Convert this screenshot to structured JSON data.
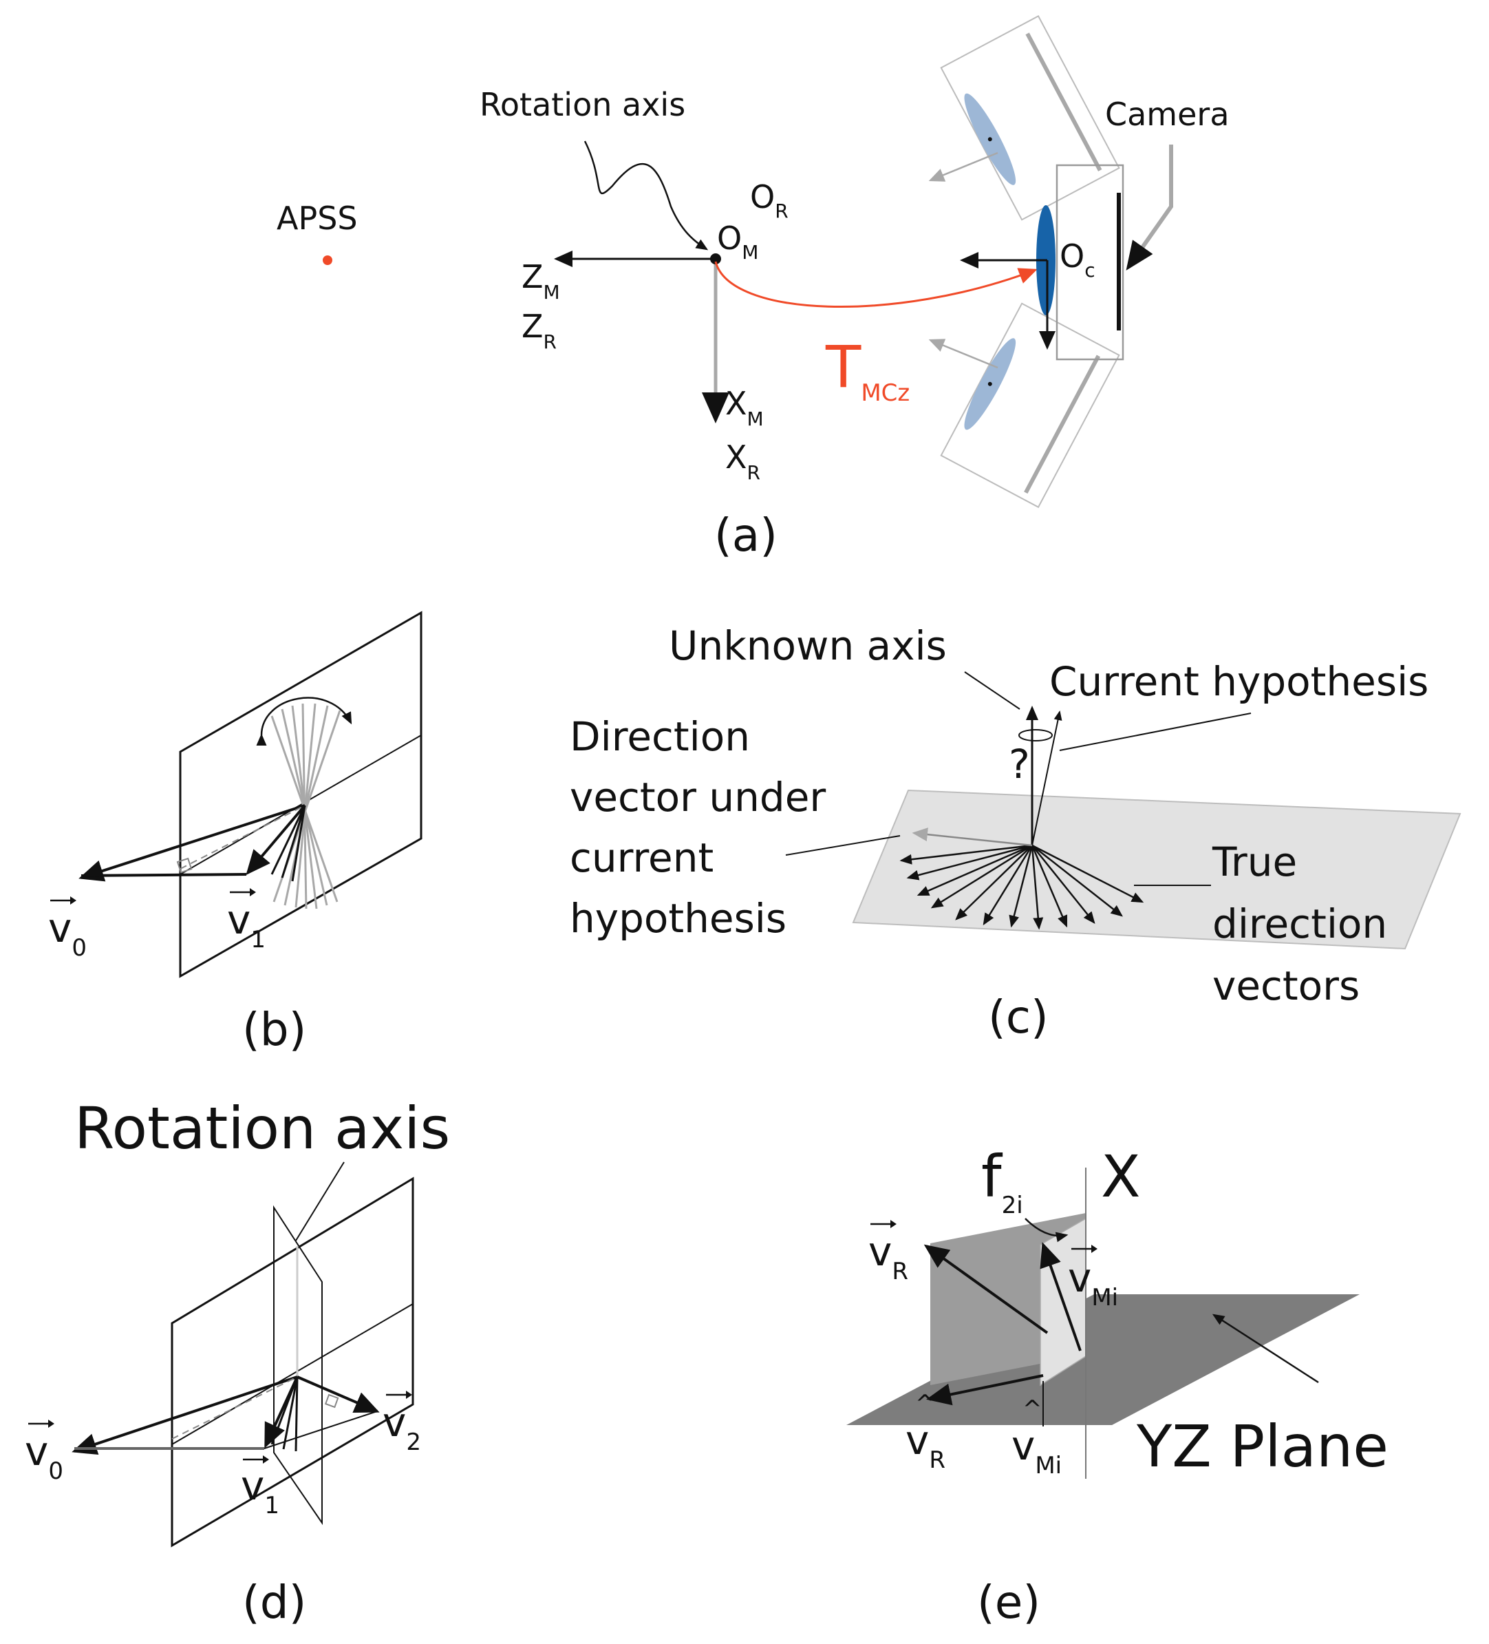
{
  "colors": {
    "accent": "#f04a28",
    "lens_dark": "#1763a8",
    "lens_light": "#9db7d6",
    "plane_light": "#e2e2e2",
    "plane_dark": "#7d7d7d",
    "plane_mid": "#9c9c9c",
    "gray_line": "#a8a8a8"
  },
  "icons": {
    "vector_arrow": "right-arrow-over-symbol"
  },
  "panel_a": {
    "caption": "(a)",
    "apss": "APSS",
    "rotation_axis": "Rotation axis",
    "camera": "Camera",
    "o_r": "O",
    "o_r_sub": "R",
    "o_m": "O",
    "o_m_sub": "M",
    "o_c": "O",
    "o_c_sub": "c",
    "z_m": "Z",
    "z_m_sub": "M",
    "z_r": "Z",
    "z_r_sub": "R",
    "x_m": "X",
    "x_m_sub": "M",
    "x_r": "X",
    "x_r_sub": "R",
    "t_mcz": "T",
    "t_mcz_sub": "MCz"
  },
  "panel_b": {
    "caption": "(b)",
    "v0": "v",
    "v0_sub": "0",
    "v1": "v",
    "v1_sub": "1"
  },
  "panel_c": {
    "caption": "(c)",
    "unknown_axis": "Unknown axis",
    "current_hypothesis": "Current hypothesis",
    "question": "?",
    "direction_lines": [
      "Direction",
      "vector under",
      "current",
      "hypothesis"
    ],
    "true_lines": [
      "True",
      "direction",
      "vectors"
    ]
  },
  "panel_d": {
    "caption": "(d)",
    "rotation_axis": "Rotation axis",
    "v0": "v",
    "v0_sub": "0",
    "v1": "v",
    "v1_sub": "1",
    "v2": "v",
    "v2_sub": "2"
  },
  "panel_e": {
    "caption": "(e)",
    "f2i": "f",
    "f2i_sub": "2i",
    "x": "X",
    "vr": "v",
    "vr_sub": "R",
    "vmi": "v",
    "vmi_sub": "Mi",
    "vr_hat": "v",
    "vr_hat_sub": "R",
    "vmi_hat": "v",
    "vmi_hat_sub": "Mi",
    "yz_plane": "YZ Plane"
  }
}
